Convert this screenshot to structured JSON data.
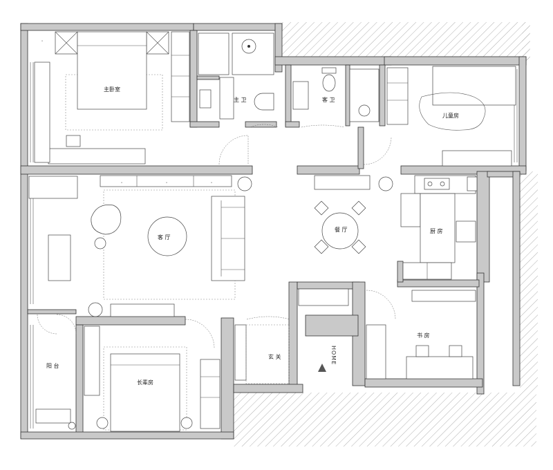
{
  "rooms": {
    "master_bedroom": "主卧室",
    "master_bath": "主 卫",
    "guest_bath": "客 卫",
    "kids_room": "儿童房",
    "living_room": "客 厅",
    "dining_room": "餐 厅",
    "kitchen": "厨 房",
    "elder_room": "长辈房",
    "entrance": "玄 关",
    "study": "书 房",
    "balcony": "阳 台"
  },
  "entry_marker": "HOME",
  "colors": {
    "wall": "#c9c9c9",
    "hatch": "#b0b0b0",
    "line": "#333333"
  }
}
